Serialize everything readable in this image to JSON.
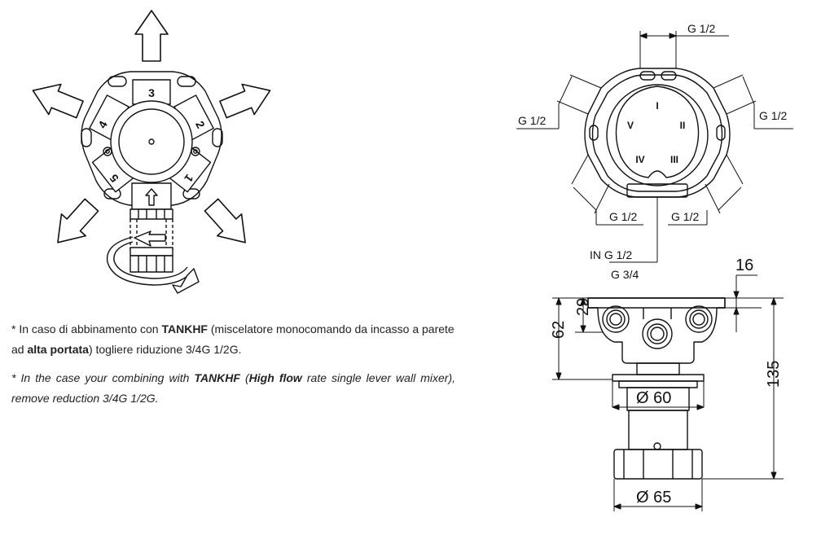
{
  "notes": {
    "it": {
      "p1": "* In caso di abbinamento con ",
      "b1": "TANKHF",
      "p2": " (miscelatore monocomando da incasso a parete ad ",
      "b2": "alta portata",
      "p3": ") togliere riduzione 3/4G 1/2G."
    },
    "en": {
      "p1": "* In the case your combining with ",
      "b1": "TANKHF",
      "p2": " (",
      "b2": "High flow",
      "p3": " rate single lever wall mixer), remove reduction 3/4G 1/2G."
    }
  },
  "left_view": {
    "port_numbers": [
      "3",
      "2",
      "1",
      "5",
      "4"
    ]
  },
  "top_view": {
    "thread_labels": [
      "G 1/2",
      "G 1/2",
      "G 1/2",
      "G 1/2",
      "G 1/2"
    ],
    "inlet_label": "IN G 1/2",
    "inlet_alt": "G 3/4",
    "dial_marks": [
      "I",
      "II",
      "III",
      "IV",
      "V"
    ]
  },
  "side_view": {
    "dims": {
      "d16": "16",
      "d29": "29",
      "d62": "62",
      "d135": "135",
      "dia60": "Ø 60",
      "dia65": "Ø 65"
    }
  },
  "colors": {
    "line": "#111111",
    "hatch": "#666666"
  }
}
